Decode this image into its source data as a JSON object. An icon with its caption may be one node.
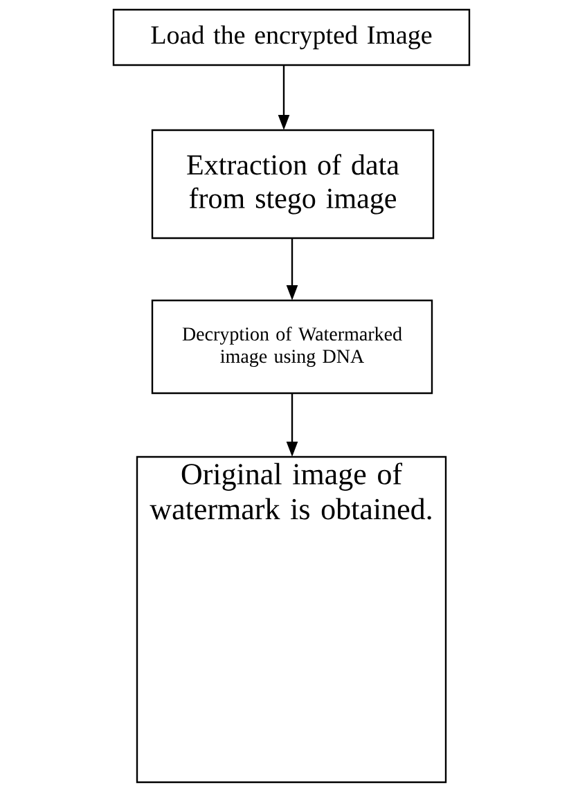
{
  "diagram": {
    "nodes": [
      {
        "text": [
          "Load the encrypted Image"
        ]
      },
      {
        "text": [
          "Extraction of data from stego image"
        ]
      },
      {
        "text": [
          "Decryption of Watermarked image using DNA"
        ]
      },
      {
        "text": [
          "Original image of watermark is obtained."
        ]
      }
    ],
    "edges": [
      {
        "from": 0,
        "to": 1,
        "arrow": "to"
      },
      {
        "from": 1,
        "to": 2,
        "arrow": "to"
      },
      {
        "from": 2,
        "to": 3,
        "arrow": "to"
      }
    ]
  }
}
